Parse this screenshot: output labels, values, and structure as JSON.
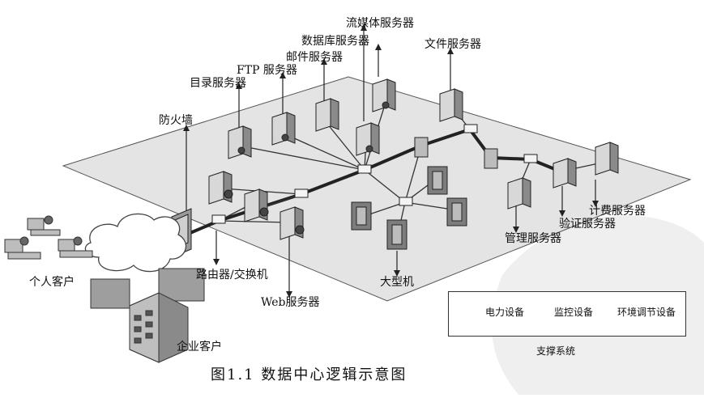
{
  "diagram": {
    "servers": {
      "streaming": "流媒体服务器",
      "database": "数据库服务器",
      "mail": "邮件服务器",
      "ftp": "FTP 服务器",
      "directory": "目录服务器",
      "file": "文件服务器",
      "web": "Web服务器",
      "billing": "计费服务器",
      "auth": "验证服务器",
      "management": "管理服务器"
    },
    "firewall": "防火墙",
    "router": "路由器/交换机",
    "mainframe": "大型机",
    "personal_clients": "个人客户",
    "enterprise_clients": "企业客户",
    "support": {
      "title": "支撑系统",
      "power": "电力设备",
      "monitor": "监控设备",
      "env": "环境调节设备"
    },
    "caption": "图1.1    数据中心逻辑示意图"
  }
}
